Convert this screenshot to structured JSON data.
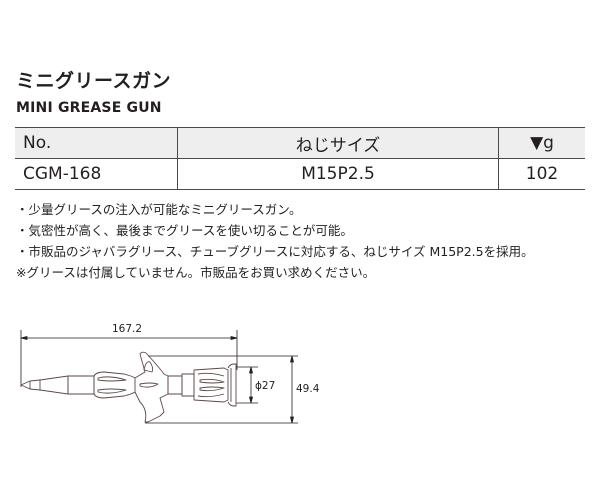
{
  "header": {
    "title_ja": "ミニグリースガン",
    "title_en": "MINI GREASE GUN"
  },
  "spec_table": {
    "columns": [
      "No.",
      "ねじサイズ",
      "▼g"
    ],
    "rows": [
      [
        "CGM-168",
        "M15P2.5",
        "102"
      ]
    ]
  },
  "notes": [
    "・少量グリースの注入が可能なミニグリースガン。",
    "・気密性が高く、最後までグリースを使い切ることが可能。",
    "・市販品のジャバラグリース、チューブグリースに対応する、ねじサイズ M15P2.5を採用。",
    "※グリースは付属していません。市販品をお買い求めください。"
  ],
  "drawing": {
    "dimensions": {
      "length": "167.2",
      "diameter": "ϕ27",
      "height": "49.4"
    },
    "colors": {
      "line": "#5a4a4a",
      "dim_line": "#231f20"
    }
  }
}
